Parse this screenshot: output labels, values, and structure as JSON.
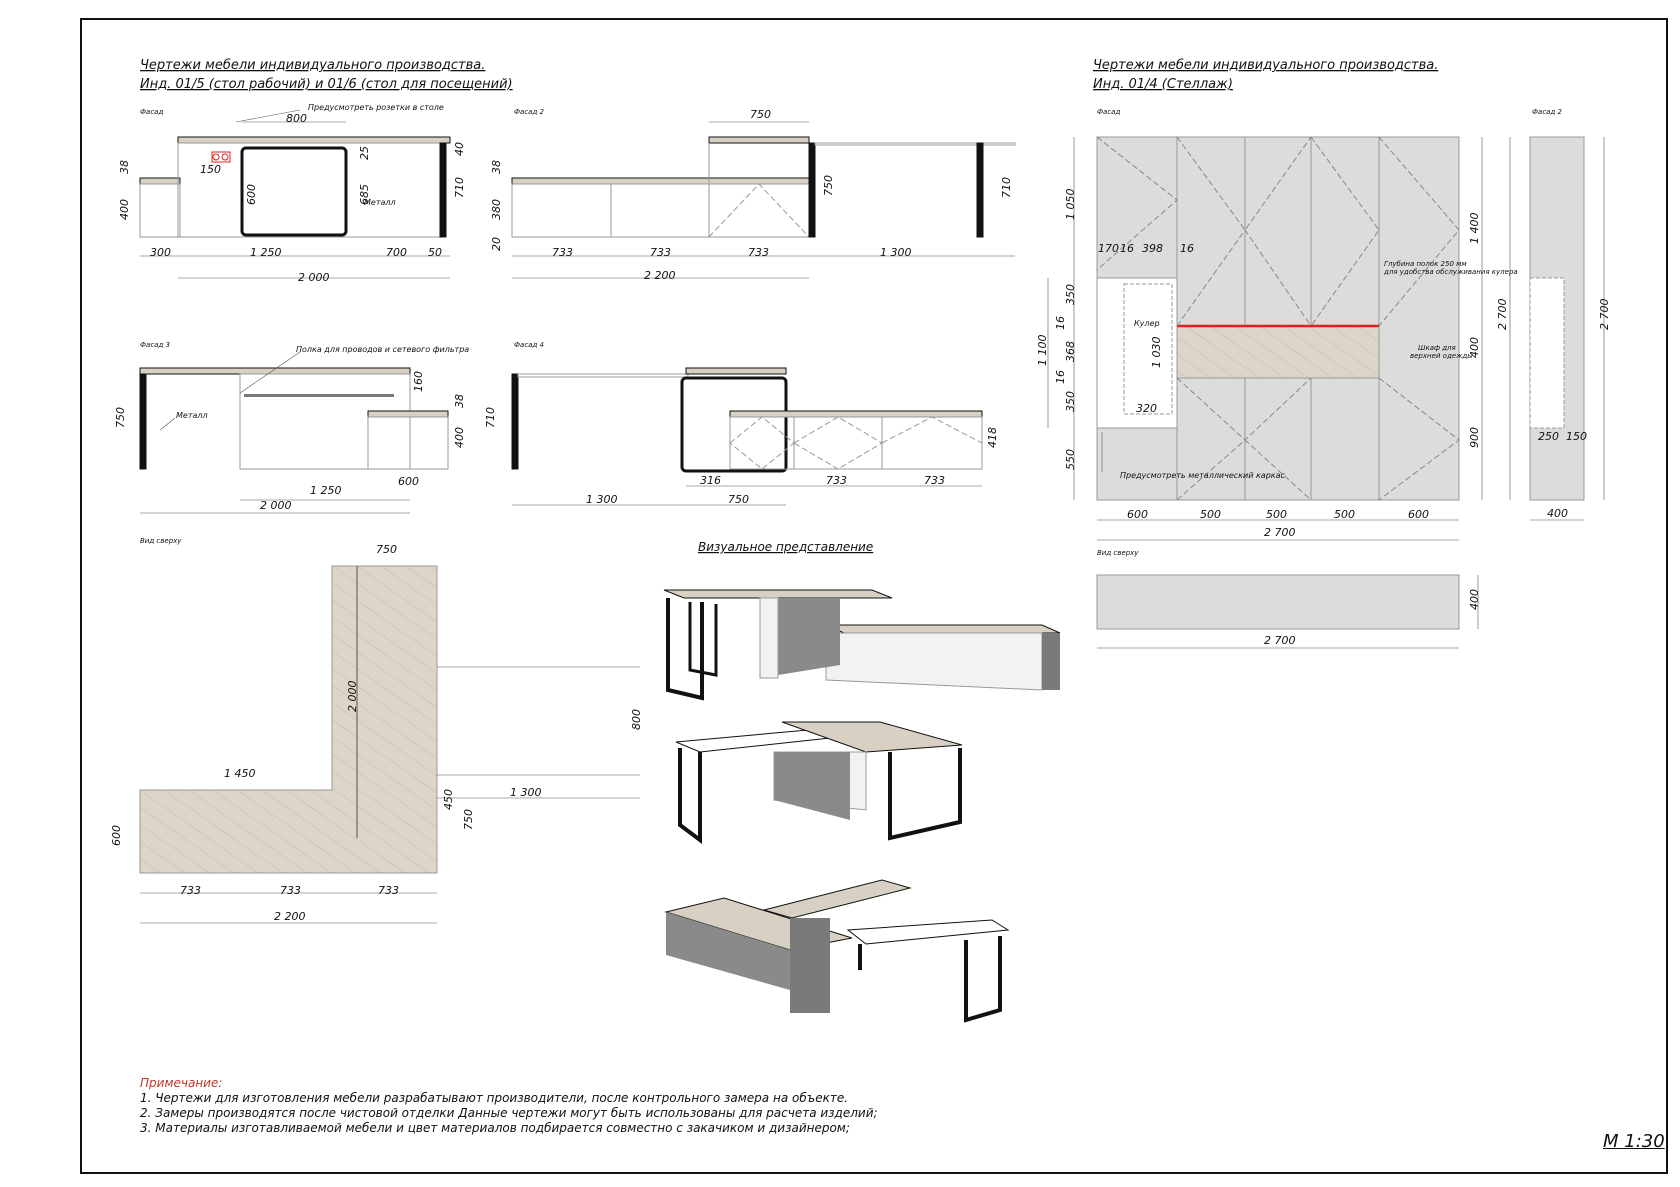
{
  "titles": {
    "left_line1": "Чертежи мебели индивидуального производства.",
    "left_line2": "Инд. 01/5 (стол рабочий) и 01/6 (стол для посещений)",
    "right_line1": "Чертежи мебели индивидуального производства.",
    "right_line2": "Инд. 01/4 (Стеллаж)",
    "visual": "Визуальное представление"
  },
  "views": {
    "facade": "Фасад",
    "facade2": "Фасад 2",
    "facade3": "Фасад 3",
    "facade4": "Фасад 4",
    "top": "Вид сверху",
    "rack_facade": "Фасад",
    "rack_facade2": "Фасад 2",
    "rack_top": "Вид сверху"
  },
  "annotations": {
    "sockets": "Предусмотреть розетки в столе",
    "metal": "Металл",
    "metal2": "Металл",
    "shelf_wires": "Полка для проводов и  сетевого фильтра",
    "cooler": "Кулер",
    "shelf_depth1": "Глубина полок 250 мм",
    "shelf_depth2": "для удобства обслуживания кулера",
    "wardrobe1": "Шкаф для",
    "wardrobe2": "верхней одежды",
    "metal_frame": "Предусмотреть металлический каркас"
  },
  "dims": {
    "f1": {
      "d800": "800",
      "d150": "150",
      "d600": "600",
      "d25": "25",
      "d685": "685",
      "d38": "38",
      "d400": "400",
      "d40": "40",
      "d710": "710",
      "d300": "300",
      "d1250": "1 250",
      "d700": "700",
      "d50": "50",
      "d2000": "2 000"
    },
    "f2": {
      "d750": "750",
      "d38": "38",
      "d380": "380",
      "d20": "20",
      "d750v": "750",
      "d710": "710",
      "d733a": "733",
      "d733b": "733",
      "d733c": "733",
      "d1300": "1 300",
      "d2200": "2 200"
    },
    "f3": {
      "d750": "750",
      "d160": "160",
      "d38": "38",
      "d400": "400",
      "d1250": "1 250",
      "d600": "600",
      "d2000": "2 000"
    },
    "f4": {
      "d710": "710",
      "d418": "418",
      "d1300": "1 300",
      "d316": "316",
      "d750": "750",
      "d733a": "733",
      "d733b": "733"
    },
    "top": {
      "d750": "750",
      "d2000": "2 000",
      "d800": "800",
      "d1450": "1 450",
      "d1300": "1 300",
      "d450": "450",
      "d750v": "750",
      "d600": "600",
      "d733a": "733",
      "d733b": "733",
      "d733c": "733",
      "d2200": "2 200"
    },
    "rack": {
      "d1050": "1 050",
      "d170": "170",
      "d16a": "16",
      "d398": "398",
      "d16b": "16",
      "d350a": "350",
      "d16c": "16",
      "d1100": "1 100",
      "d368": "368",
      "d1030": "1 030",
      "d16d": "16",
      "d350b": "350",
      "d320": "320",
      "d550": "550",
      "d1400": "1 400",
      "d2700v": "2 700",
      "d400": "400",
      "d900": "900",
      "d600a": "600",
      "d500a": "500",
      "d500b": "500",
      "d500c": "500",
      "d600b": "600",
      "d2700": "2 700"
    },
    "rack2": {
      "d2700": "2 700",
      "d250": "250",
      "d150": "150",
      "d400": "400"
    },
    "racktop": {
      "d400": "400",
      "d2700": "2 700"
    }
  },
  "notes": {
    "heading": "Примечание:",
    "n1": "1. Чертежи для изготовления мебели разрабатывают производители, после контрольного замера на объекте.",
    "n2": "2. Замеры производятся после чистовой отделки  Данные чертежи могут быть использованы для расчета изделий;",
    "n3": "3. Материалы изготавливаемой мебели и цвет материалов подбирается совместно с закачиком и дизайнером;"
  },
  "scale": "М 1:30",
  "colors": {
    "wood": "#d8d0c2",
    "gray": "#dcdcdc",
    "darkgray": "#7a7a7a",
    "red": "#e02020"
  }
}
